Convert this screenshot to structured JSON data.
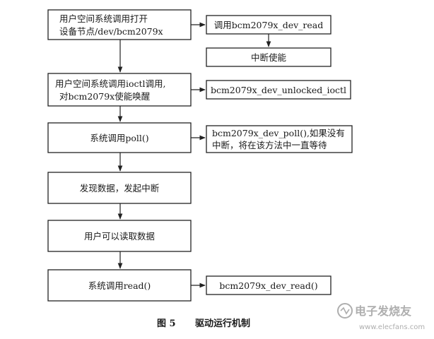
{
  "nodes": {
    "open_device": [
      "用户空间系统调用打开",
      "设备节点/dev/bcm2079x"
    ],
    "dev_read_1": [
      "调用bcm2079x_dev_read"
    ],
    "irq_enable": [
      "中断使能"
    ],
    "ioctl_call": [
      "用户空间系统调用ioctl调用,",
      "对bcm2079x使能唤醒"
    ],
    "unlocked_ioctl": [
      "bcm2079x_dev_unlocked_ioctl"
    ],
    "poll_call": [
      "系统调用poll()"
    ],
    "dev_poll": [
      "bcm2079x_dev_poll(),如果没有",
      "中断，将在该方法中一直等待"
    ],
    "data_irq": [
      "发现数据，发起中断"
    ],
    "user_read": [
      "用户可以读取数据"
    ],
    "read_call": [
      "系统调用read()"
    ],
    "dev_read_2": [
      "bcm2079x_dev_read()"
    ]
  },
  "edges": [
    {
      "from": "open_device",
      "to": "dev_read_1"
    },
    {
      "from": "dev_read_1",
      "to": "irq_enable"
    },
    {
      "from": "open_device",
      "to": "ioctl_call"
    },
    {
      "from": "ioctl_call",
      "to": "unlocked_ioctl"
    },
    {
      "from": "ioctl_call",
      "to": "poll_call"
    },
    {
      "from": "poll_call",
      "to": "dev_poll"
    },
    {
      "from": "poll_call",
      "to": "data_irq"
    },
    {
      "from": "data_irq",
      "to": "user_read"
    },
    {
      "from": "user_read",
      "to": "read_call"
    },
    {
      "from": "read_call",
      "to": "dev_read_2"
    }
  ],
  "caption": {
    "figure_number": "图 5",
    "title": "驱动运行机制"
  },
  "watermark": {
    "brand": "电子发烧友",
    "url": "www.elecfans.com"
  },
  "colors": {
    "line": "#222222",
    "text": "#1a1a1a",
    "watermark": "#9a9a9a"
  }
}
